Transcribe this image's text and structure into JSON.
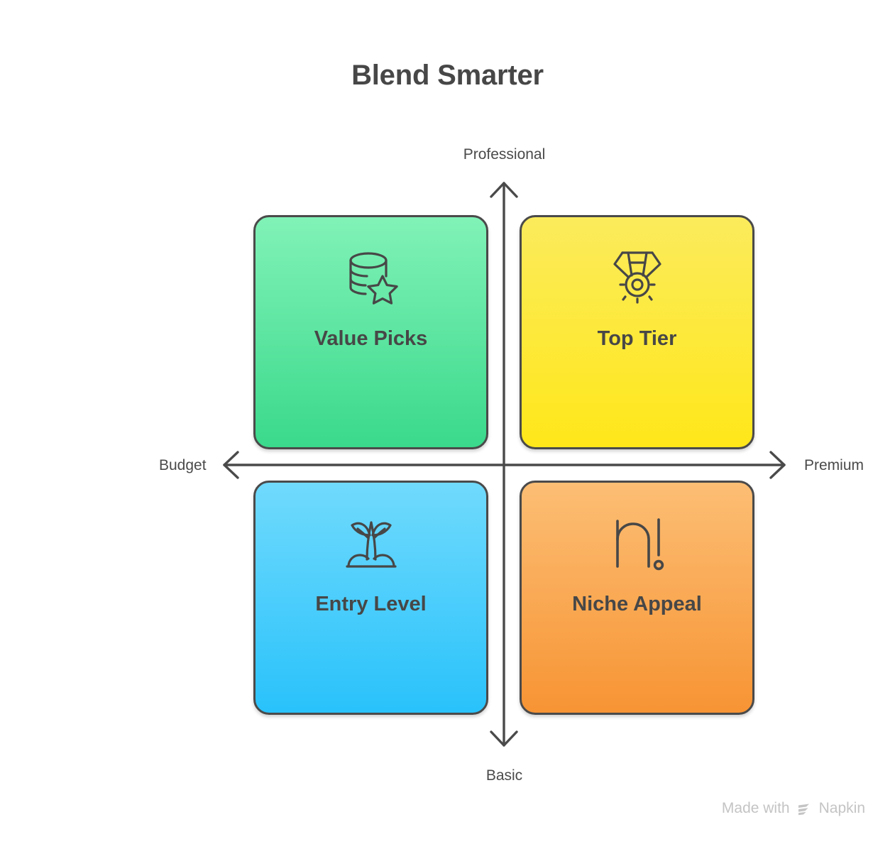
{
  "title": "Blend Smarter",
  "axes": {
    "top_label": "Professional",
    "bottom_label": "Basic",
    "left_label": "Budget",
    "right_label": "Premium",
    "stroke_color": "#4a4a4a"
  },
  "quadrants": [
    {
      "id": "top-left",
      "label": "Value Picks",
      "icon": "database-star-icon",
      "color_top": "#81f2b7",
      "color_bottom": "#3ad98b"
    },
    {
      "id": "top-right",
      "label": "Top Tier",
      "icon": "medal-icon",
      "color_top": "#fbeb5c",
      "color_bottom": "#ffe71a"
    },
    {
      "id": "bottom-left",
      "label": "Entry Level",
      "icon": "sprout-icon",
      "color_top": "#70dafc",
      "color_bottom": "#29c2fb"
    },
    {
      "id": "bottom-right",
      "label": "Niche Appeal",
      "icon": "n-exclamation-icon",
      "color_top": "#fcbe74",
      "color_bottom": "#f79434"
    }
  ],
  "watermark": {
    "prefix": "Made with",
    "brand": "Napkin",
    "color": "#c4c4c4"
  },
  "chart_data": {
    "type": "table",
    "title": "Blend Smarter",
    "xlabel": "Budget ↔ Premium",
    "ylabel": "Basic ↔ Professional",
    "axis_ends": {
      "x_left": "Budget",
      "x_right": "Premium",
      "y_top": "Professional",
      "y_bottom": "Basic"
    },
    "categories": [
      "Value Picks",
      "Top Tier",
      "Entry Level",
      "Niche Appeal"
    ],
    "points": [
      {
        "label": "Value Picks",
        "x": "Budget",
        "y": "Professional"
      },
      {
        "label": "Top Tier",
        "x": "Premium",
        "y": "Professional"
      },
      {
        "label": "Entry Level",
        "x": "Budget",
        "y": "Basic"
      },
      {
        "label": "Niche Appeal",
        "x": "Premium",
        "y": "Basic"
      }
    ]
  }
}
